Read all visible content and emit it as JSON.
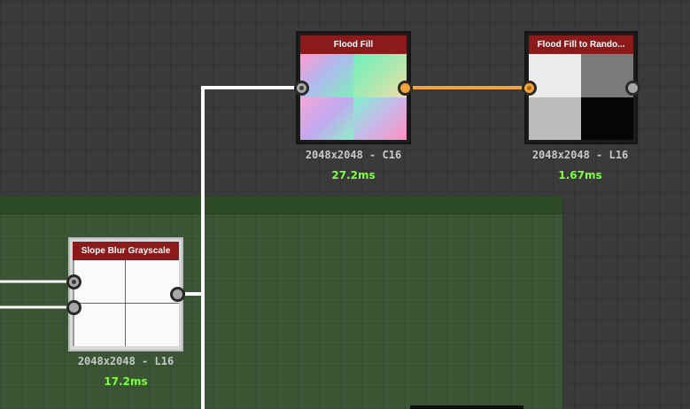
{
  "nodes": {
    "flood_fill": {
      "title": "Flood Fill",
      "resolution": "2048x2048 - C16",
      "time": "27.2ms"
    },
    "flood_fill_random": {
      "title": "Flood Fill to Rando...",
      "resolution": "2048x2048 - L16",
      "time": "1.67ms"
    },
    "slope_blur": {
      "title": "Slope Blur Grayscale",
      "resolution": "2048x2048 - L16",
      "time": "17.2ms"
    }
  },
  "colors": {
    "node_header": "#8b1a1a",
    "wire_white": "#ffffff",
    "wire_orange": "#f4a33c",
    "timing_text": "#7cff3a",
    "frame_green": "#3b5535"
  }
}
